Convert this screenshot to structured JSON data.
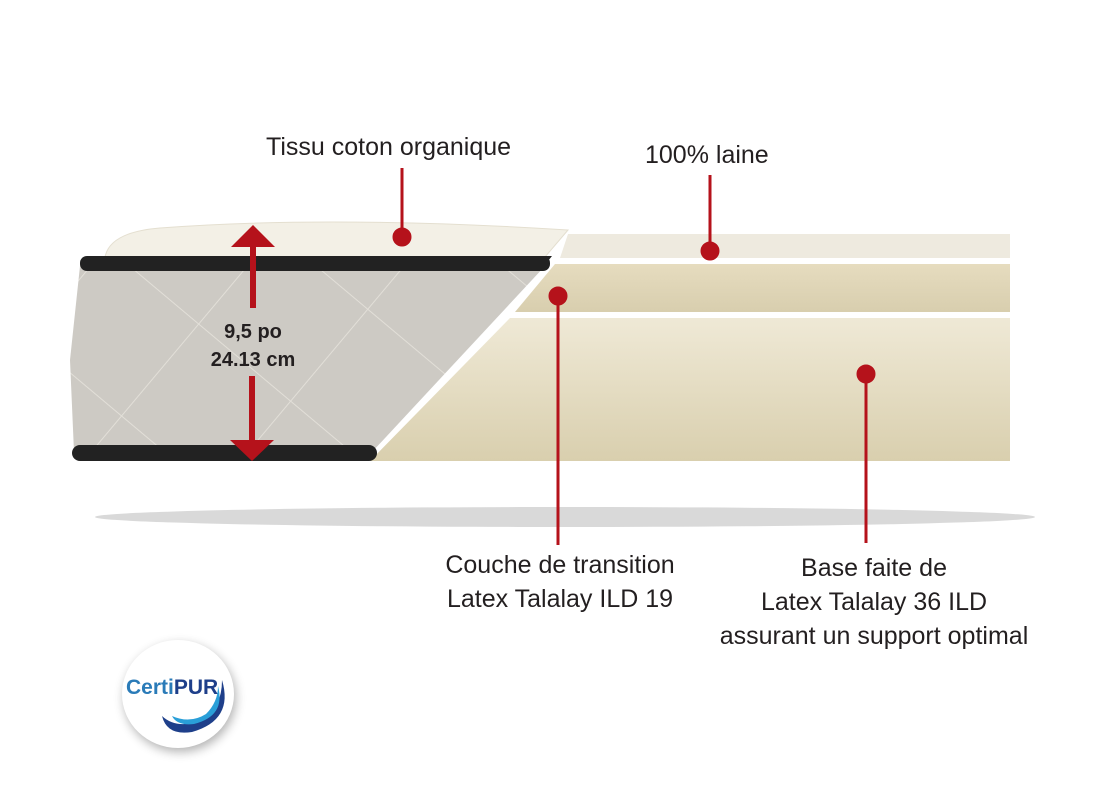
{
  "labels": {
    "cover": "Tissu coton organique",
    "wool": "100% laine",
    "transition": [
      "Couche de transition",
      "Latex Talalay ILD 19"
    ],
    "base": [
      "Base faite de",
      "Latex Talalay 36 ILD",
      "assurant un support optimal"
    ]
  },
  "dimension": {
    "imperial": "9,5 po",
    "metric": "24.13 cm"
  },
  "logo": {
    "part1": "Certi",
    "part2": "PUR"
  },
  "colors": {
    "accent": "#b5121b",
    "text": "#231f20"
  }
}
